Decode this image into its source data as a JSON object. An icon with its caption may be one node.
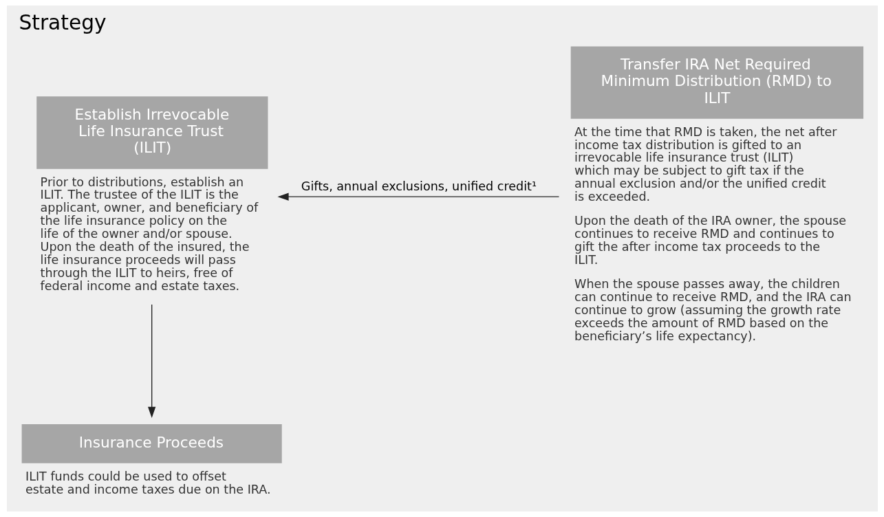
{
  "diagram": {
    "title": "Strategy",
    "nodes": [
      {
        "text": [
          "Establish Irrevocable Life Insurance Trust (ILIT)"
        ],
        "beside": [
          "Prior to distributions, establish an ILIT. The trustee of the ILIT is the applicant, owner, and beneficiary of the life insurance policy on the life of the owner and/or spouse. Upon the death of the insured, the life insurance proceeds will pass through the ILIT to heirs, free of federal income and estate taxes."
        ]
      },
      {
        "text": [
          "Transfer IRA Net Required Minimum Distribution (RMD) to ILIT"
        ],
        "beside": [
          "At the time that RMD is taken, the net after income tax distribution is gifted to an irrevocable life insurance trust (ILIT) which may be subject to gift tax if the annual exclusion and/or the unified credit is exceeded.",
          "Upon the death of the IRA owner, the spouse continues to receive RMD and continues to gift the after income tax proceeds to the ILIT.",
          "When the spouse passes away, the children can continue to receive RMD, and the IRA can continue to grow (assuming the growth rate exceeds the amount of RMD based on the beneficiary’s life expectancy)."
        ]
      },
      {
        "text": [
          "Insurance Proceeds"
        ],
        "beside": [
          "ILIT funds could be used to offset estate and income taxes due on the IRA."
        ]
      }
    ],
    "edges": [
      {
        "from": 1,
        "to": 0,
        "arrow": "to",
        "label": "Gifts, annual exclusions, unified credit¹"
      },
      {
        "from": 0,
        "to": 2,
        "arrow": "to"
      }
    ]
  }
}
